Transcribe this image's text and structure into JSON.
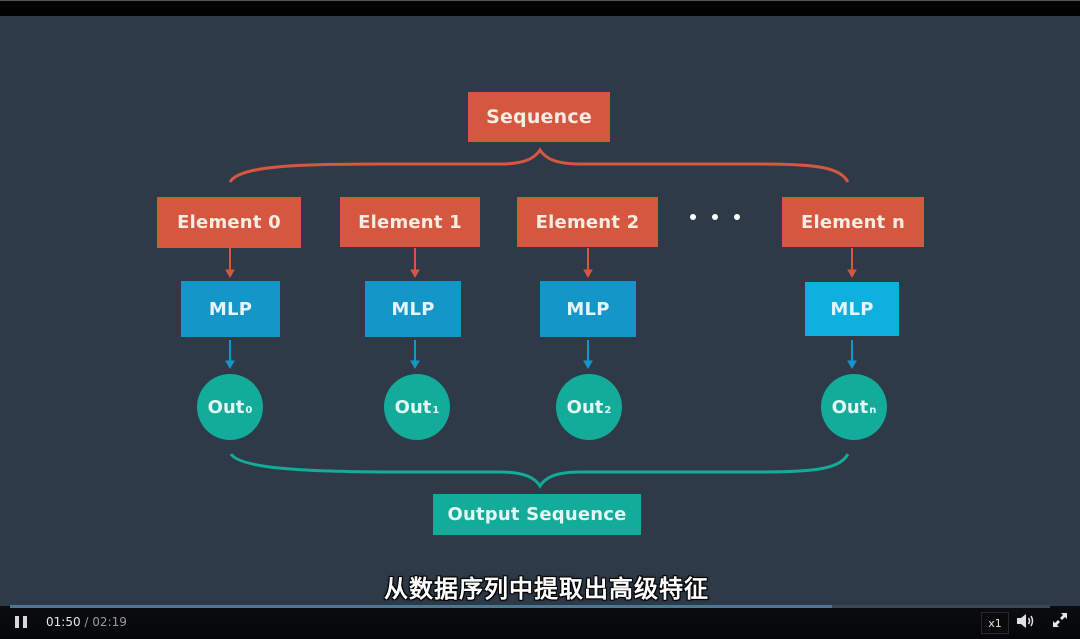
{
  "diagram": {
    "sequence_label": "Sequence",
    "elements": [
      "Element 0",
      "Element 1",
      "Element 2",
      "Element n"
    ],
    "ellipsis": "• • •",
    "mlp_label": "MLP",
    "outputs": [
      {
        "base": "Out",
        "sub": "0"
      },
      {
        "base": "Out",
        "sub": "1"
      },
      {
        "base": "Out",
        "sub": "2"
      },
      {
        "base": "Out",
        "sub": "n"
      }
    ],
    "output_sequence_label": "Output Sequence",
    "colors": {
      "element": "#d6573f",
      "mlp": "#1596c8",
      "mlp_highlight": "#0fb0e0",
      "output": "#13ab99",
      "background": "#2e3a47"
    }
  },
  "subtitle": "从数据序列中提取出高级特征",
  "player": {
    "current_time": "01:50",
    "separator": "/",
    "total_time": "02:19",
    "progress_fraction": 0.79,
    "speed_label": "x1",
    "play_state_icon": "pause-icon",
    "volume_icon": "volume-icon",
    "fullscreen_icon": "fullscreen-icon"
  }
}
